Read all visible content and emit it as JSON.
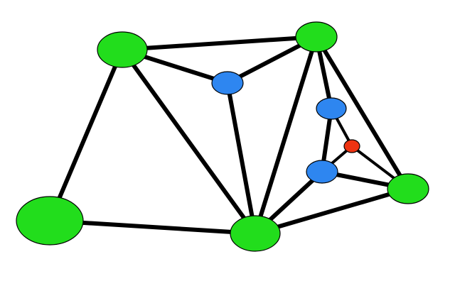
{
  "colors": {
    "background": "#ffffff",
    "edge": "#000000",
    "node_outline": "#000000",
    "large_node": "#22dd1c",
    "medium_node": "#2e86f0",
    "small_node": "#ee3311"
  },
  "graph": {
    "nodes": [
      {
        "id": "n1",
        "kind": "large",
        "color": "#22dd1c"
      },
      {
        "id": "n2",
        "kind": "large",
        "color": "#22dd1c"
      },
      {
        "id": "n3",
        "kind": "medium",
        "color": "#2e86f0"
      },
      {
        "id": "n4",
        "kind": "medium",
        "color": "#2e86f0"
      },
      {
        "id": "n5",
        "kind": "small",
        "color": "#ee3311"
      },
      {
        "id": "n6",
        "kind": "medium",
        "color": "#2e86f0"
      },
      {
        "id": "n7",
        "kind": "large",
        "color": "#22dd1c"
      },
      {
        "id": "n8",
        "kind": "large",
        "color": "#22dd1c"
      },
      {
        "id": "n9",
        "kind": "large",
        "color": "#22dd1c"
      }
    ],
    "edges": [
      [
        "n1",
        "n2"
      ],
      [
        "n1",
        "n8"
      ],
      [
        "n1",
        "n9"
      ],
      [
        "n1",
        "n3"
      ],
      [
        "n2",
        "n3"
      ],
      [
        "n3",
        "n9"
      ],
      [
        "n2",
        "n9"
      ],
      [
        "n2",
        "n4"
      ],
      [
        "n2",
        "n7"
      ],
      [
        "n4",
        "n6"
      ],
      [
        "n4",
        "n5"
      ],
      [
        "n5",
        "n6"
      ],
      [
        "n5",
        "n7"
      ],
      [
        "n6",
        "n7"
      ],
      [
        "n6",
        "n9"
      ],
      [
        "n7",
        "n9"
      ],
      [
        "n8",
        "n9"
      ]
    ]
  }
}
